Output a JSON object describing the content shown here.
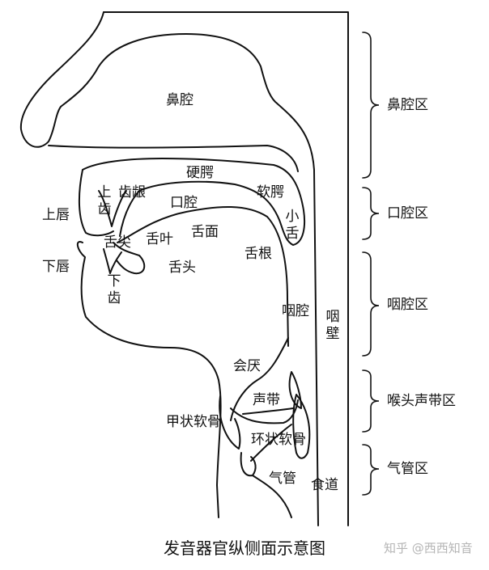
{
  "labels": {
    "nasal_cavity": "鼻腔",
    "hard_palate": "硬腭",
    "upper_teeth": "上\n齿",
    "alveolar_ridge": "齿龈",
    "oral_cavity": "口腔",
    "soft_palate": "软腭",
    "uvula": "小\n舌",
    "upper_lip": "上唇",
    "tongue_tip": "舌尖",
    "tongue_blade": "舌叶",
    "tongue_surface": "舌面",
    "lower_lip": "下唇",
    "lower_teeth": "下\n齿",
    "tongue_body": "舌头",
    "tongue_root": "舌根",
    "pharynx": "咽腔",
    "pharyngeal_wall": "咽\n壁",
    "epiglottis": "会厌",
    "vocal_cords": "声带",
    "thyroid_cartilage": "甲状软骨",
    "cricoid_cartilage": "环状软骨",
    "trachea": "气管",
    "esophagus": "食道"
  },
  "regions": [
    "鼻腔区",
    "口腔区",
    "咽腔区",
    "喉头声带区",
    "气管区"
  ],
  "caption": "发音器官纵侧面示意图",
  "watermark": "知乎 @西西知音"
}
